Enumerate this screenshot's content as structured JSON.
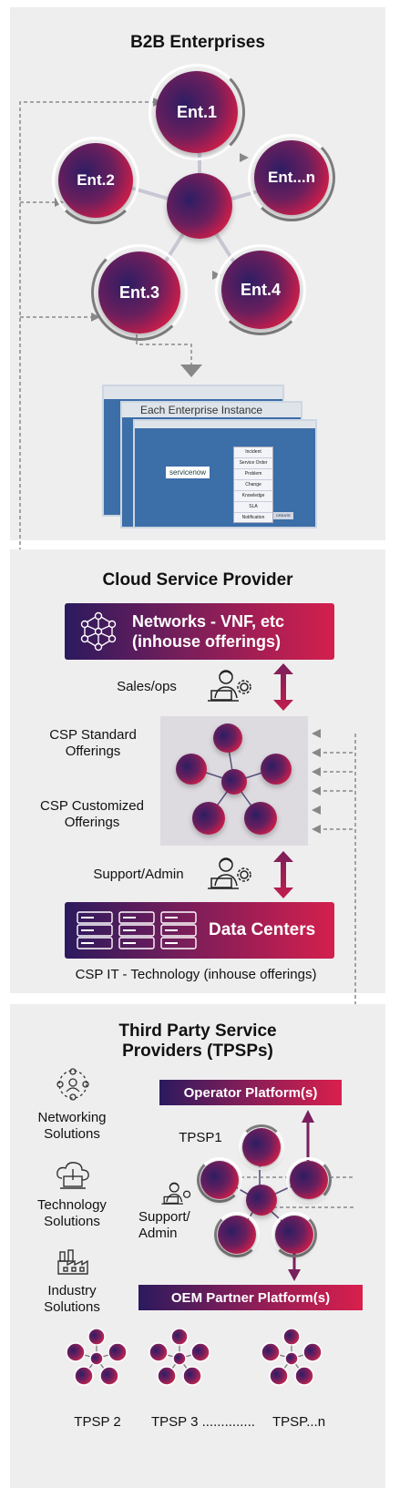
{
  "sections": {
    "b2b": {
      "title": "B2B Enterprises",
      "nodes": [
        "Ent.1",
        "Ent.2",
        "Ent...n",
        "Ent.3",
        "Ent.4"
      ],
      "instance_title": "Each Enterprise Instance",
      "instance_logo": "servicenow",
      "instance_menu": [
        "Incident",
        "Service Order",
        "Problem",
        "Change",
        "Knowledge",
        "SLA",
        "Notification"
      ],
      "instance_button": "CREATE"
    },
    "csp": {
      "title": "Cloud Service Provider",
      "networks_banner": [
        "Networks - VNF, etc",
        "(inhouse offerings)"
      ],
      "sales_label": "Sales/ops",
      "standard_label": [
        "CSP Standard",
        "Offerings"
      ],
      "customized_label": [
        "CSP Customized",
        "Offerings"
      ],
      "support_label": "Support/Admin",
      "datacenters_banner": "Data Centers",
      "footer": "CSP IT - Technology (inhouse offerings)"
    },
    "tpsp": {
      "title": [
        "Third Party Service",
        "Providers (TPSPs)"
      ],
      "solutions": [
        {
          "label": [
            "Networking",
            "Solutions"
          ],
          "icon": "network-people-icon"
        },
        {
          "label": [
            "Technology",
            "Solutions"
          ],
          "icon": "cloud-laptop-icon"
        },
        {
          "label": [
            "Industry",
            "Solutions"
          ],
          "icon": "factory-icon"
        }
      ],
      "operator_platform": "Operator Platform(s)",
      "tpsp1_label": "TPSP1",
      "support_label": [
        "Support/",
        "Admin"
      ],
      "oem_platform": "OEM Partner Platform(s)",
      "bottom_labels": [
        "TPSP 2",
        "TPSP 3 ..............",
        "TPSP...n"
      ]
    }
  },
  "colors": {
    "panel": "#efeeef",
    "brand_navy": "#2b1a5e",
    "brand_red": "#d91f4c",
    "arrow_gray": "#777777"
  }
}
